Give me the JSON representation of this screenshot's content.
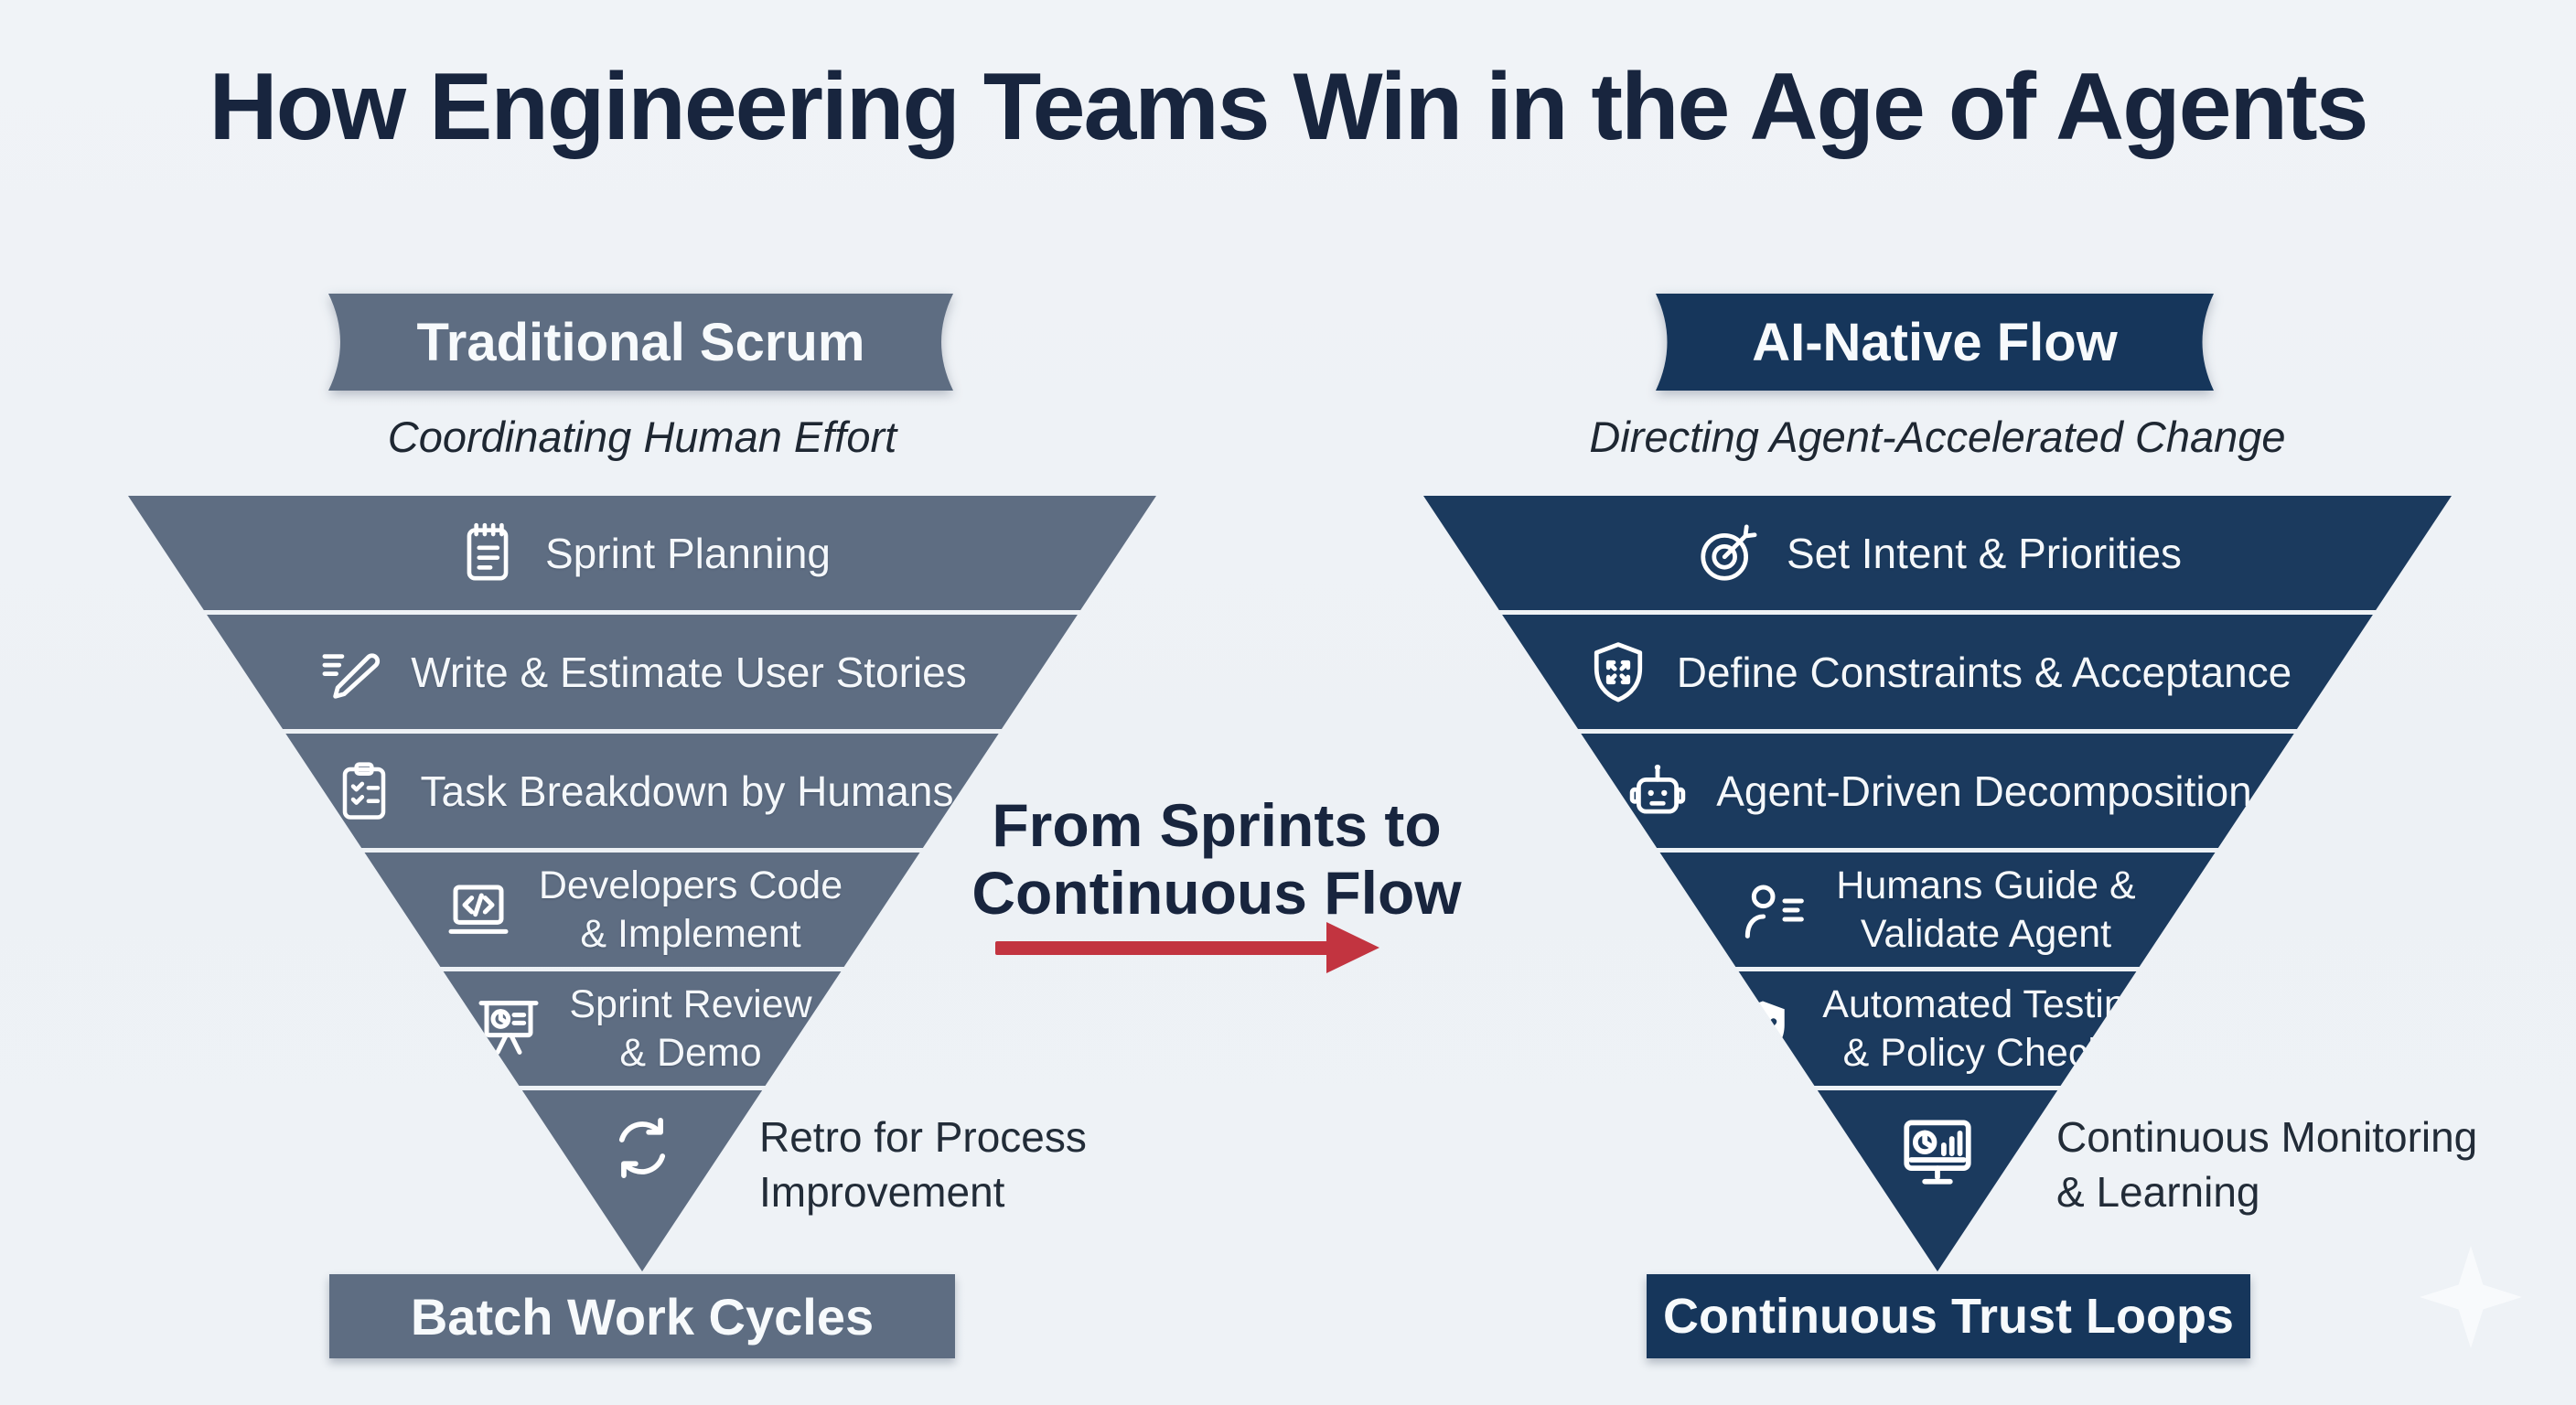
{
  "title": "How Engineering Teams Win in the Age of Agents",
  "colors": {
    "background": "#eef1f5",
    "slate": "#5e6d82",
    "navy": "#1b3a5e",
    "navy_deep": "#16365b",
    "ink": "#18253e",
    "arrow_red": "#c23440",
    "funnel_text": "#f5f8fb"
  },
  "left": {
    "banner": "Traditional Scrum",
    "subtitle": "Coordinating Human Effort",
    "rows": [
      {
        "icon": "notepad-icon",
        "lines": [
          "Sprint Planning"
        ]
      },
      {
        "icon": "write-pencil-icon",
        "lines": [
          "Write & Estimate User Stories"
        ]
      },
      {
        "icon": "checklist-clipboard-icon",
        "lines": [
          "Task Breakdown by Humans"
        ]
      },
      {
        "icon": "laptop-code-icon",
        "lines": [
          "Developers Code",
          "& Implement"
        ]
      },
      {
        "icon": "presentation-icon",
        "lines": [
          "Sprint Review",
          "& Demo"
        ]
      },
      {
        "icon": "refresh-cycle-icon",
        "lines": [
          "Retro for Process",
          "Improvement"
        ]
      }
    ],
    "footer": "Batch Work Cycles"
  },
  "right": {
    "banner": "AI-Native Flow",
    "subtitle": "Directing Agent-Accelerated Change",
    "rows": [
      {
        "icon": "target-arrow-icon",
        "lines": [
          "Set Intent & Priorities"
        ]
      },
      {
        "icon": "shield-arrows-icon",
        "lines": [
          "Define Constraints & Acceptance"
        ]
      },
      {
        "icon": "robot-icon",
        "lines": [
          "Agent-Driven Decomposition"
        ]
      },
      {
        "icon": "person-checklist-icon",
        "lines": [
          "Humans Guide &",
          "Validate Agent"
        ]
      },
      {
        "icon": "shield-check-icon",
        "lines": [
          "Automated Testing",
          "& Policy Checks"
        ]
      },
      {
        "icon": "monitor-chart-icon",
        "lines": [
          "Continuous Monitoring",
          "& Learning"
        ]
      }
    ],
    "footer": "Continuous Trust Loops"
  },
  "middle": {
    "line1": "From Sprints to",
    "line2": "Continuous Flow",
    "arrow": "right-arrow"
  },
  "decoration": {
    "sparkle": "sparkle-icon"
  }
}
